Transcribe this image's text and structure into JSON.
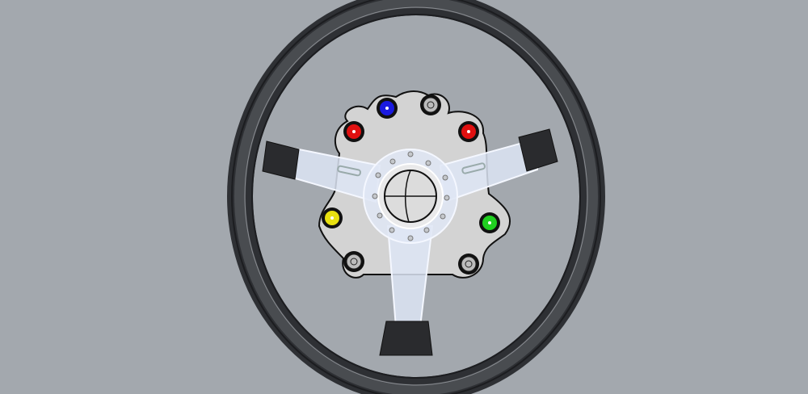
{
  "scene": {
    "background": "#a3a8ae",
    "rim_color": "#3a3c40",
    "plate_color": "#d6d6d6",
    "spoke_color": "#dfe6f5",
    "buttons": [
      {
        "name": "blue-button",
        "color": "#1a1ae0"
      },
      {
        "name": "black-button-top",
        "color": "#2a2a2a"
      },
      {
        "name": "red-button-left",
        "color": "#e01010"
      },
      {
        "name": "red-button-right",
        "color": "#e01010"
      },
      {
        "name": "yellow-button",
        "color": "#e8e010"
      },
      {
        "name": "green-button",
        "color": "#20d020"
      },
      {
        "name": "black-button-bottom-left",
        "color": "#2a2a2a"
      },
      {
        "name": "black-button-bottom-right",
        "color": "#2a2a2a"
      }
    ]
  }
}
